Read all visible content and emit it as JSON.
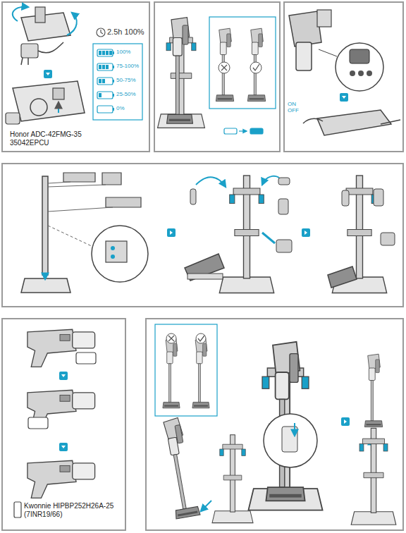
{
  "diagram": {
    "labels": [
      "2.5h 100%",
      "Honor ADC-42FMG-35 35042EPCU",
      "ON OFF",
      "Kwonnie HIPBP252H26A-25 (7INR19/66)"
    ],
    "legend": [
      {
        "text": "100%"
      },
      {
        "text": "75-100%"
      },
      {
        "text": "50-75%"
      },
      {
        "text": "25-50%"
      },
      {
        "text": "0%"
      }
    ]
  }
}
